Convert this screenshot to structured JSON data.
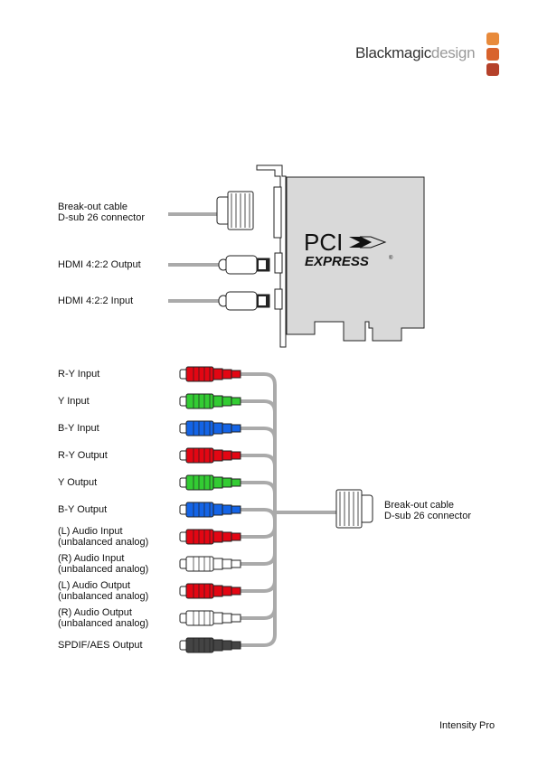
{
  "brand": {
    "name_part1": "Blackmagic",
    "name_part2": "design",
    "colors": [
      "#e88a3b",
      "#d8622c",
      "#b5412a"
    ]
  },
  "card": {
    "logo_main": "PCI",
    "logo_sub": "EXPRESS",
    "registered": "®"
  },
  "card_connectors": [
    {
      "label": "Break-out cable\nD-sub 26 connector",
      "icon": "dsub-connector-icon"
    },
    {
      "label": "HDMI 4:2:2 Output",
      "icon": "hdmi-connector-icon"
    },
    {
      "label": "HDMI 4:2:2 Input",
      "icon": "hdmi-connector-icon"
    }
  ],
  "breakout_cables": [
    {
      "label": "R-Y Input",
      "color": "#e30613"
    },
    {
      "label": "Y Input",
      "color": "#33cc33"
    },
    {
      "label": "B-Y Input",
      "color": "#1464e6"
    },
    {
      "label": "R-Y Output",
      "color": "#e30613"
    },
    {
      "label": "Y Output",
      "color": "#33cc33"
    },
    {
      "label": "B-Y Output",
      "color": "#1464e6"
    },
    {
      "label": "(L) Audio Input\n(unbalanced analog)",
      "color": "#e30613"
    },
    {
      "label": "(R) Audio Input\n(unbalanced analog)",
      "color": "#ffffff"
    },
    {
      "label": "(L) Audio Output\n(unbalanced analog)",
      "color": "#e30613"
    },
    {
      "label": "(R) Audio Output\n(unbalanced analog)",
      "color": "#ffffff"
    },
    {
      "label": "SPDIF/AES Output",
      "color": "#444444"
    }
  ],
  "breakout_connector": {
    "label": "Break-out cable\nD-sub 26 connector",
    "icon": "dsub-connector-icon"
  },
  "footer": {
    "product": "Intensity Pro"
  }
}
